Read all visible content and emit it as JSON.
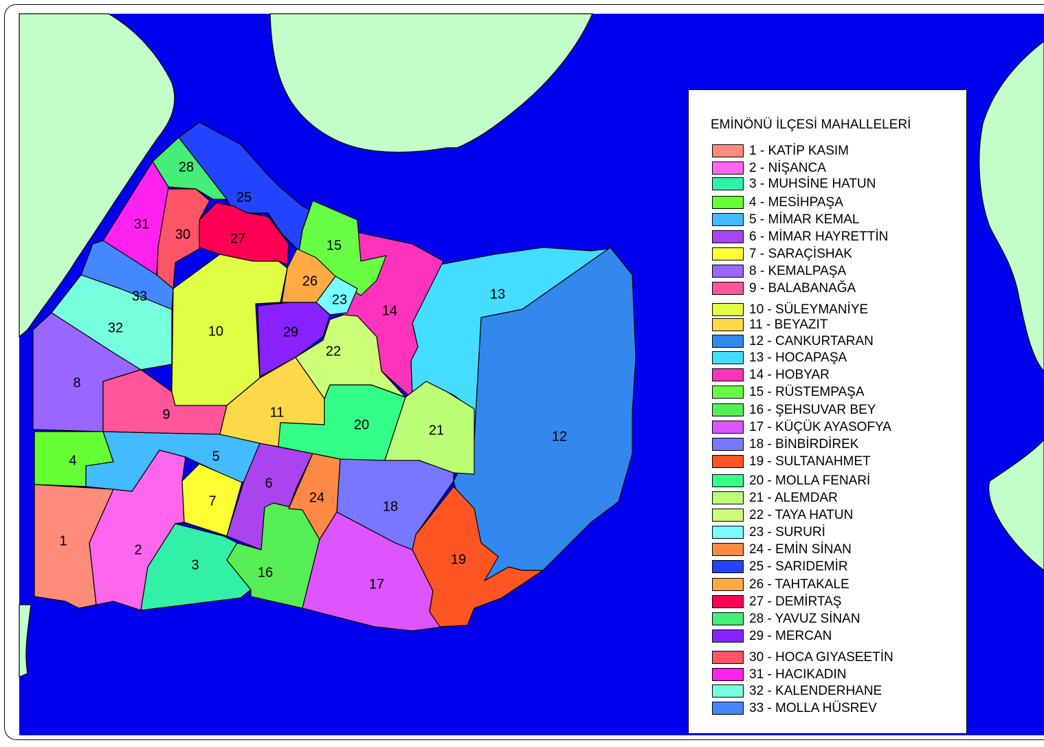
{
  "legend": {
    "title": "EMİNÖNÜ İLÇESİ MAHALLELERİ",
    "items": [
      {
        "label": "1 - KATİP KASIM",
        "color": "#ff8c7a"
      },
      {
        "label": "2 - NİŞANCA",
        "color": "#ff66ee"
      },
      {
        "label": "3 - MUHSİNE HATUN",
        "color": "#33f0a8"
      },
      {
        "label": "4 - MESİHPAŞA",
        "color": "#66ff33"
      },
      {
        "label": "5 - MİMAR KEMAL",
        "color": "#44bbff"
      },
      {
        "label": "6 - MİMAR HAYRETTİN",
        "color": "#aa44ee"
      },
      {
        "label": "7 - SARAÇİSHAK",
        "color": "#ffff33"
      },
      {
        "label": "8 - KEMALPAŞA",
        "color": "#9966ff"
      },
      {
        "label": "9 - BALABANAĞA",
        "color": "#ff5599"
      },
      {
        "label": "10 - SÜLEYMANİYE",
        "color": "#e0ff44"
      },
      {
        "label": "11 - BEYAZIT",
        "color": "#ffd84a"
      },
      {
        "label": "12 - CANKURTARAN",
        "color": "#3388ee"
      },
      {
        "label": "13 - HOCAPAŞA",
        "color": "#44ddff"
      },
      {
        "label": "14 - HOBYAR",
        "color": "#ff33bb"
      },
      {
        "label": "15 - RÜSTEMPAŞA",
        "color": "#66ff44"
      },
      {
        "label": "16 - ŞEHSUVAR BEY",
        "color": "#55ee55"
      },
      {
        "label": "17 - KÜÇÜK AYASOFYA",
        "color": "#dd55ff"
      },
      {
        "label": "18 - BİNBİRDİREK",
        "color": "#7777ff"
      },
      {
        "label": "19 - SULTANAHMET",
        "color": "#ff5522"
      },
      {
        "label": "20 - MOLLA FENARİ",
        "color": "#33ff88"
      },
      {
        "label": "21 - ALEMDAR",
        "color": "#bbff77"
      },
      {
        "label": "22 - TAYA HATUN",
        "color": "#ccff77"
      },
      {
        "label": "23 - SURURİ",
        "color": "#77ffff"
      },
      {
        "label": "24 - EMİN SİNAN",
        "color": "#ff8844"
      },
      {
        "label": "25 - SARIDEMİR",
        "color": "#2244ff"
      },
      {
        "label": "26 - TAHTAKALE",
        "color": "#ffaa44"
      },
      {
        "label": "27 - DEMİRTAŞ",
        "color": "#ff0055"
      },
      {
        "label": "28 - YAVUZ SİNAN",
        "color": "#44ee77"
      },
      {
        "label": "29 - MERCAN",
        "color": "#8822ff"
      },
      {
        "label": "30 - HOCA GIYASEETİN",
        "color": "#ff5566"
      },
      {
        "label": "31 - HACIKADIN",
        "color": "#ff22ee"
      },
      {
        "label": "32 - KALENDERHANE",
        "color": "#77ffdd"
      },
      {
        "label": "33 - MOLLA HÜSREV",
        "color": "#4488ff"
      }
    ]
  },
  "districts": [
    {
      "num": "1",
      "color": "#ff8c7a"
    },
    {
      "num": "2",
      "color": "#ff66ee"
    },
    {
      "num": "3",
      "color": "#33f0a8"
    },
    {
      "num": "4",
      "color": "#66ff33"
    },
    {
      "num": "5",
      "color": "#44bbff"
    },
    {
      "num": "6",
      "color": "#aa44ee"
    },
    {
      "num": "7",
      "color": "#ffff33"
    },
    {
      "num": "8",
      "color": "#9966ff"
    },
    {
      "num": "9",
      "color": "#ff5599"
    },
    {
      "num": "10",
      "color": "#e0ff44"
    },
    {
      "num": "11",
      "color": "#ffd84a"
    },
    {
      "num": "12",
      "color": "#3388ee"
    },
    {
      "num": "13",
      "color": "#44ddff"
    },
    {
      "num": "14",
      "color": "#ff33bb"
    },
    {
      "num": "15",
      "color": "#66ff44"
    },
    {
      "num": "16",
      "color": "#55ee55"
    },
    {
      "num": "17",
      "color": "#dd55ff"
    },
    {
      "num": "18",
      "color": "#7777ff"
    },
    {
      "num": "19",
      "color": "#ff5522"
    },
    {
      "num": "20",
      "color": "#33ff88"
    },
    {
      "num": "21",
      "color": "#bbff77"
    },
    {
      "num": "22",
      "color": "#ccff77"
    },
    {
      "num": "23",
      "color": "#77ffff"
    },
    {
      "num": "24",
      "color": "#ff8844"
    },
    {
      "num": "25",
      "color": "#2244ff"
    },
    {
      "num": "26",
      "color": "#ffaa44"
    },
    {
      "num": "27",
      "color": "#ff0055"
    },
    {
      "num": "28",
      "color": "#44ee77"
    },
    {
      "num": "29",
      "color": "#8822ff"
    },
    {
      "num": "30",
      "color": "#ff5566"
    },
    {
      "num": "31",
      "color": "#ff22ee"
    },
    {
      "num": "32",
      "color": "#77ffdd"
    },
    {
      "num": "33",
      "color": "#4488ff"
    }
  ],
  "colors": {
    "water": "#0000ee",
    "land": "#c2ffc8",
    "border": "#000000"
  }
}
